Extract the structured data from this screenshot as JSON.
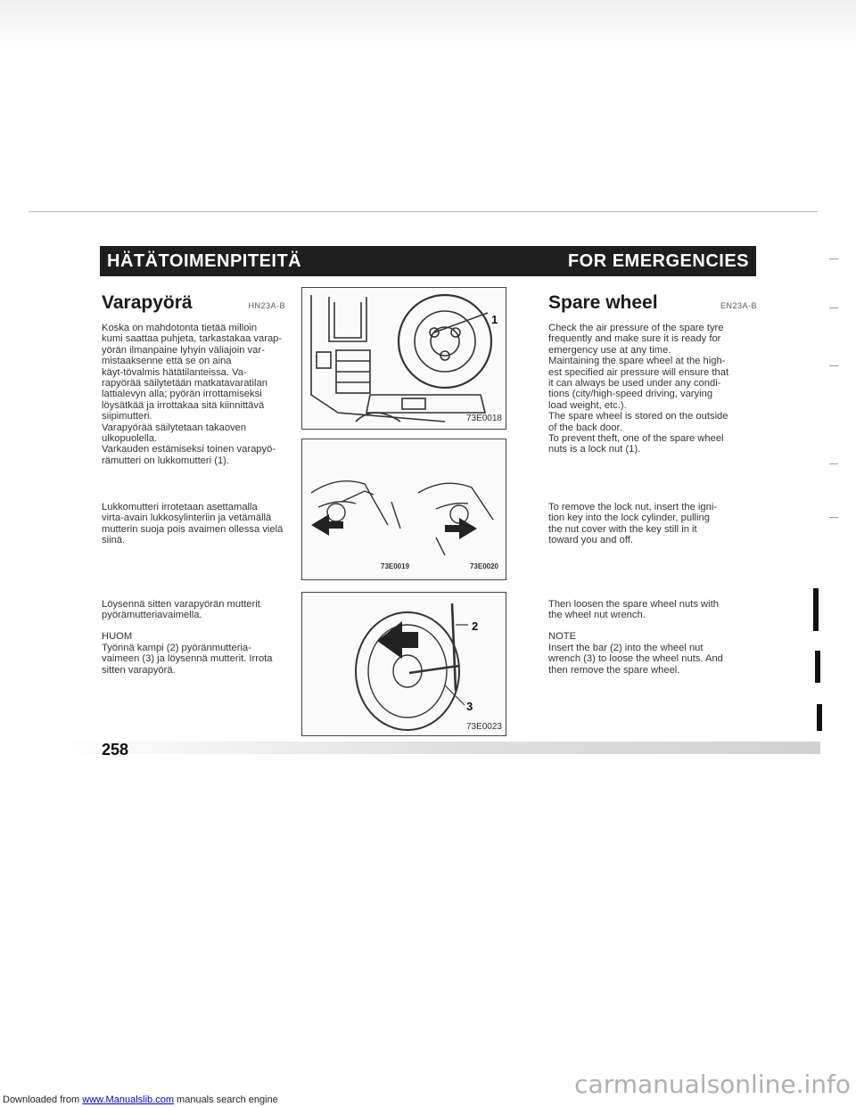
{
  "header": {
    "left": "HÄTÄTOIMENPITEITÄ",
    "right": "FOR EMERGENCIES"
  },
  "finnish": {
    "title": "Varapyörä",
    "code": "HN23A-B",
    "para1": "Koska on mahdotonta tietää milloin\nkumi saattaa puhjeta, tarkastakaa varap-\nyörän ilmanpaine lyhyin väliajoin var-\nmistaaksenne että se on aina\nkäyt-tövalmis hätätilanteissa. Va-\nrapyörää säilytetään matkatavaratilan\nlattialevyn alla; pyörän irrottamiseksi\nlöysätkää ja irrottakaa sitä kiinnittävä\nsiipimutteri.\nVarapyörää säilytetaan takaoven\nulkopuolella.\nVarkauden estämiseksi toinen varapyö-\nrämutteri on lukkomutteri (1).",
    "para2": "Lukkomutteri irrotetaan asettamalla\nvirta-avain lukkosylinteriin ja vetämällä\nmutterin suoja pois avaimen ollessa vielä\nsiinä.",
    "para3": "Löysennä sitten varapyörän mutterit\npyörämutteriavaimella.",
    "note_label": "HUOM",
    "note_text": "Työnnä kampi (2) pyöränmutteria-\nvaimeen (3) ja löysennä mutterit. Irrota\nsitten varapyörä."
  },
  "english": {
    "title": "Spare wheel",
    "code": "EN23A-B",
    "para1": "Check the air pressure of the spare tyre\nfrequently and make sure it is ready for\nemergency use at any time.\nMaintaining the spare wheel at the high-\nest specified air pressure will ensure that\nit can always be used under any condi-\ntions (city/high-speed driving, varying\nload weight, etc.).\nThe spare wheel is stored on the outside\nof the back door.\nTo prevent theft, one of the spare wheel\nnuts is a lock nut (1).",
    "para2": "To remove the lock nut, insert the igni-\ntion key into the lock cylinder, pulling\nthe nut cover with the key still in it\ntoward you and off.",
    "para3": "Then loosen the spare wheel nuts with\nthe wheel nut wrench.",
    "note_label": "NOTE",
    "note_text": "Insert the bar (2) into the wheel nut\nwrench (3) to loose the wheel nuts. And\nthen remove the spare wheel."
  },
  "figures": {
    "fig1_code": "73E0018",
    "fig1_callout": "1",
    "fig2_code_left": "73E0019",
    "fig2_code_right": "73E0020",
    "fig3_code": "73E0023",
    "fig3_callout_bar": "2",
    "fig3_callout_wrench": "3"
  },
  "page_number": "258",
  "footer": {
    "prefix": "Downloaded from",
    "link": "www.Manualslib.com",
    "suffix": "manuals search engine"
  },
  "watermark": "carmanualsonline.info",
  "colors": {
    "header_bg": "#1e1e1e",
    "link": "#0000cc"
  }
}
